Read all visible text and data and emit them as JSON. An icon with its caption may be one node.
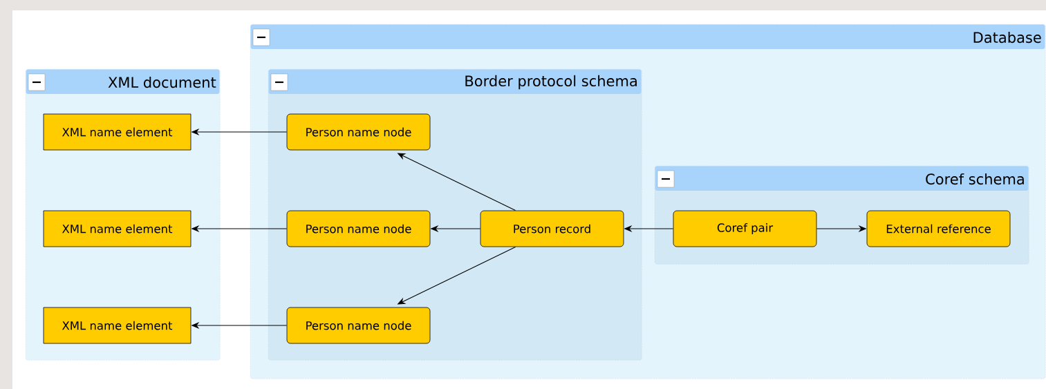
{
  "diagram": {
    "nodes": [
      {
        "text": [
          "XML document"
        ]
      },
      {
        "text": [
          "XML name element"
        ],
        "in": 0
      },
      {
        "text": [
          "XML name element"
        ],
        "in": 0
      },
      {
        "text": [
          "XML name element"
        ],
        "in": 0
      },
      {
        "text": [
          "Database"
        ]
      },
      {
        "text": [
          "Border protocol schema"
        ],
        "in": 4
      },
      {
        "text": [
          "Person name node"
        ],
        "in": 5
      },
      {
        "text": [
          "Person name node"
        ],
        "in": 5
      },
      {
        "text": [
          "Person record"
        ],
        "in": 5
      },
      {
        "text": [
          "Person name node"
        ],
        "in": 5
      },
      {
        "text": [
          "Coref schema"
        ],
        "in": 4
      },
      {
        "text": [
          "Coref pair"
        ],
        "in": 10
      },
      {
        "text": [
          "External reference"
        ],
        "in": 10
      }
    ],
    "edges": [
      {
        "from": 6,
        "to": 1,
        "arrow": "to"
      },
      {
        "from": 7,
        "to": 2,
        "arrow": "to"
      },
      {
        "from": 9,
        "to": 3,
        "arrow": "to"
      },
      {
        "from": 8,
        "to": 6,
        "arrow": "to"
      },
      {
        "from": 8,
        "to": 7,
        "arrow": "to"
      },
      {
        "from": 8,
        "to": 9,
        "arrow": "to"
      },
      {
        "from": 11,
        "to": 8,
        "arrow": "to"
      },
      {
        "from": 11,
        "to": 12,
        "arrow": "to"
      }
    ]
  }
}
